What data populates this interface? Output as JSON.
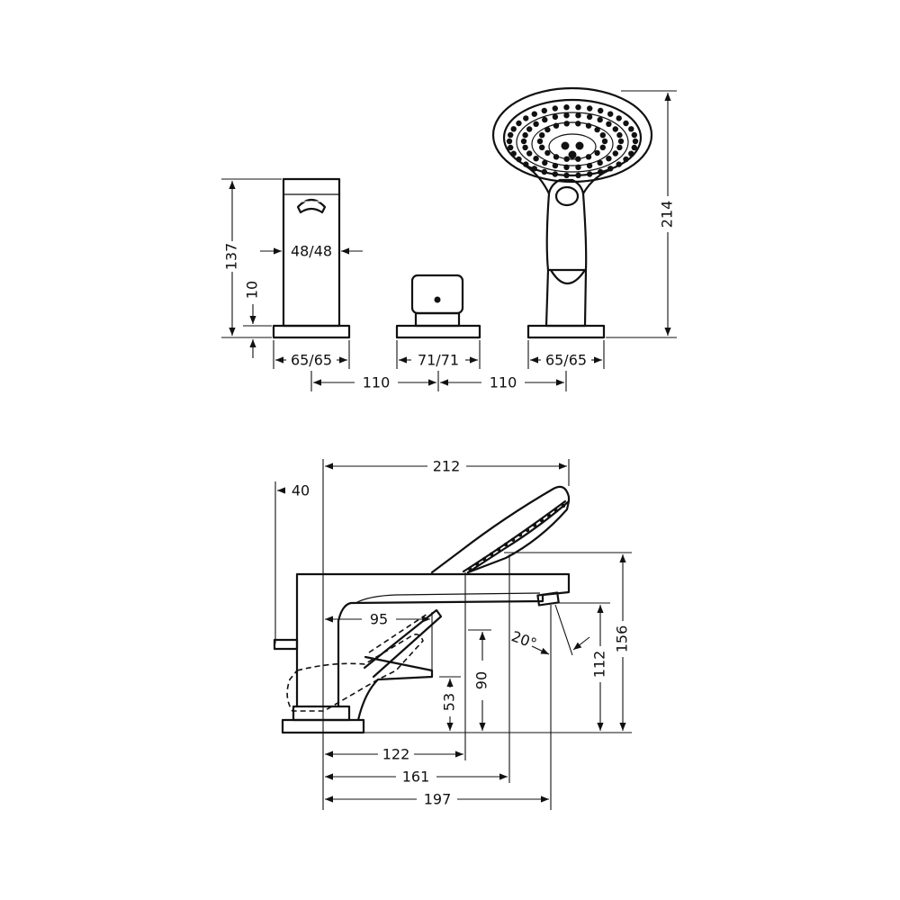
{
  "top_view": {
    "spout_height": "137",
    "spout_profile": "48/48",
    "spout_plate_thickness": "10",
    "spout_base": "65/65",
    "valve_base": "71/71",
    "shower_base": "65/65",
    "spacing_left": "110",
    "spacing_right": "110",
    "shower_height": "214"
  },
  "side_view": {
    "overall_reach": "212",
    "lever_offset": "40",
    "lever_depth": "95",
    "spout_height": "156",
    "outlet_height": "112",
    "handle_height": "90",
    "lever_height": "53",
    "angle": "20°",
    "reach_122": "122",
    "reach_161": "161",
    "reach_197": "197"
  },
  "icons": {
    "shower_head": "shower-head-icon",
    "spout_aerator": "aerator-icon",
    "valve_button": "valve-button-icon"
  }
}
